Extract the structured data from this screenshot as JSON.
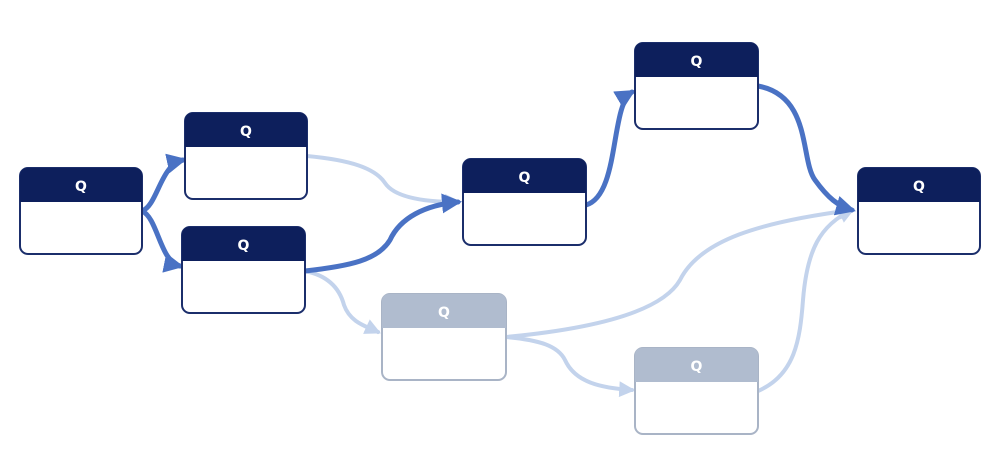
{
  "colors": {
    "active_header": "#0d1f5c",
    "active_border": "#1b2e6b",
    "inactive_header": "#b0bccf",
    "inactive_border": "#a9b4c6",
    "active_edge": "#4a72c4",
    "inactive_edge": "#c3d3ec",
    "header_text": "#ffffff",
    "body_fill": "#ffffff"
  },
  "nodes": [
    {
      "id": "n1",
      "label": "Q",
      "state": "active"
    },
    {
      "id": "n2",
      "label": "Q",
      "state": "active"
    },
    {
      "id": "n3",
      "label": "Q",
      "state": "active"
    },
    {
      "id": "n4",
      "label": "Q",
      "state": "active"
    },
    {
      "id": "n5",
      "label": "Q",
      "state": "active"
    },
    {
      "id": "n6",
      "label": "Q",
      "state": "active"
    },
    {
      "id": "n7",
      "label": "Q",
      "state": "inactive"
    },
    {
      "id": "n8",
      "label": "Q",
      "state": "inactive"
    }
  ],
  "edges": [
    {
      "from": "n1",
      "to": "n2",
      "state": "active"
    },
    {
      "from": "n1",
      "to": "n3",
      "state": "active"
    },
    {
      "from": "n3",
      "to": "n4",
      "state": "active"
    },
    {
      "from": "n2",
      "to": "n4",
      "state": "inactive"
    },
    {
      "from": "n4",
      "to": "n5",
      "state": "active"
    },
    {
      "from": "n5",
      "to": "n6",
      "state": "active"
    },
    {
      "from": "n3",
      "to": "n7",
      "state": "inactive"
    },
    {
      "from": "n7",
      "to": "n6",
      "state": "inactive"
    },
    {
      "from": "n7",
      "to": "n8",
      "state": "inactive"
    },
    {
      "from": "n8",
      "to": "n6",
      "state": "inactive"
    }
  ]
}
